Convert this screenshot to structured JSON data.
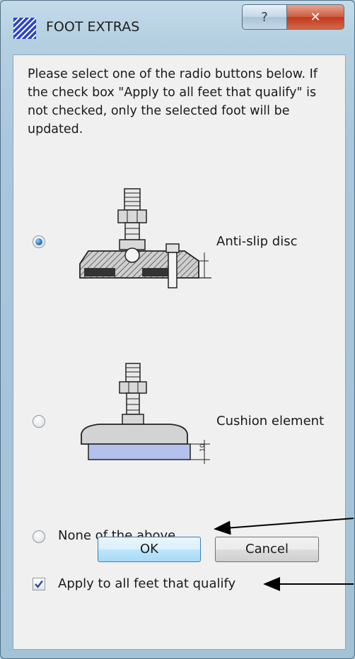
{
  "window": {
    "title": "FOOT EXTRAS",
    "help_glyph": "?",
    "close_glyph": "✕"
  },
  "dialog": {
    "instructions": "Please select one of the radio buttons below. If the check box \"Apply to all feet that qualify\" is not checked, only the selected foot will be updated.",
    "options": [
      {
        "label": "Anti-slip disc",
        "selected": true
      },
      {
        "label": "Cushion element",
        "selected": false
      },
      {
        "label": "None of the above",
        "selected": false
      }
    ],
    "cushion_dimension": "10",
    "apply_all": {
      "label": "Apply to all feet that qualify",
      "checked": true
    },
    "buttons": {
      "ok": "OK",
      "cancel": "Cancel"
    }
  }
}
